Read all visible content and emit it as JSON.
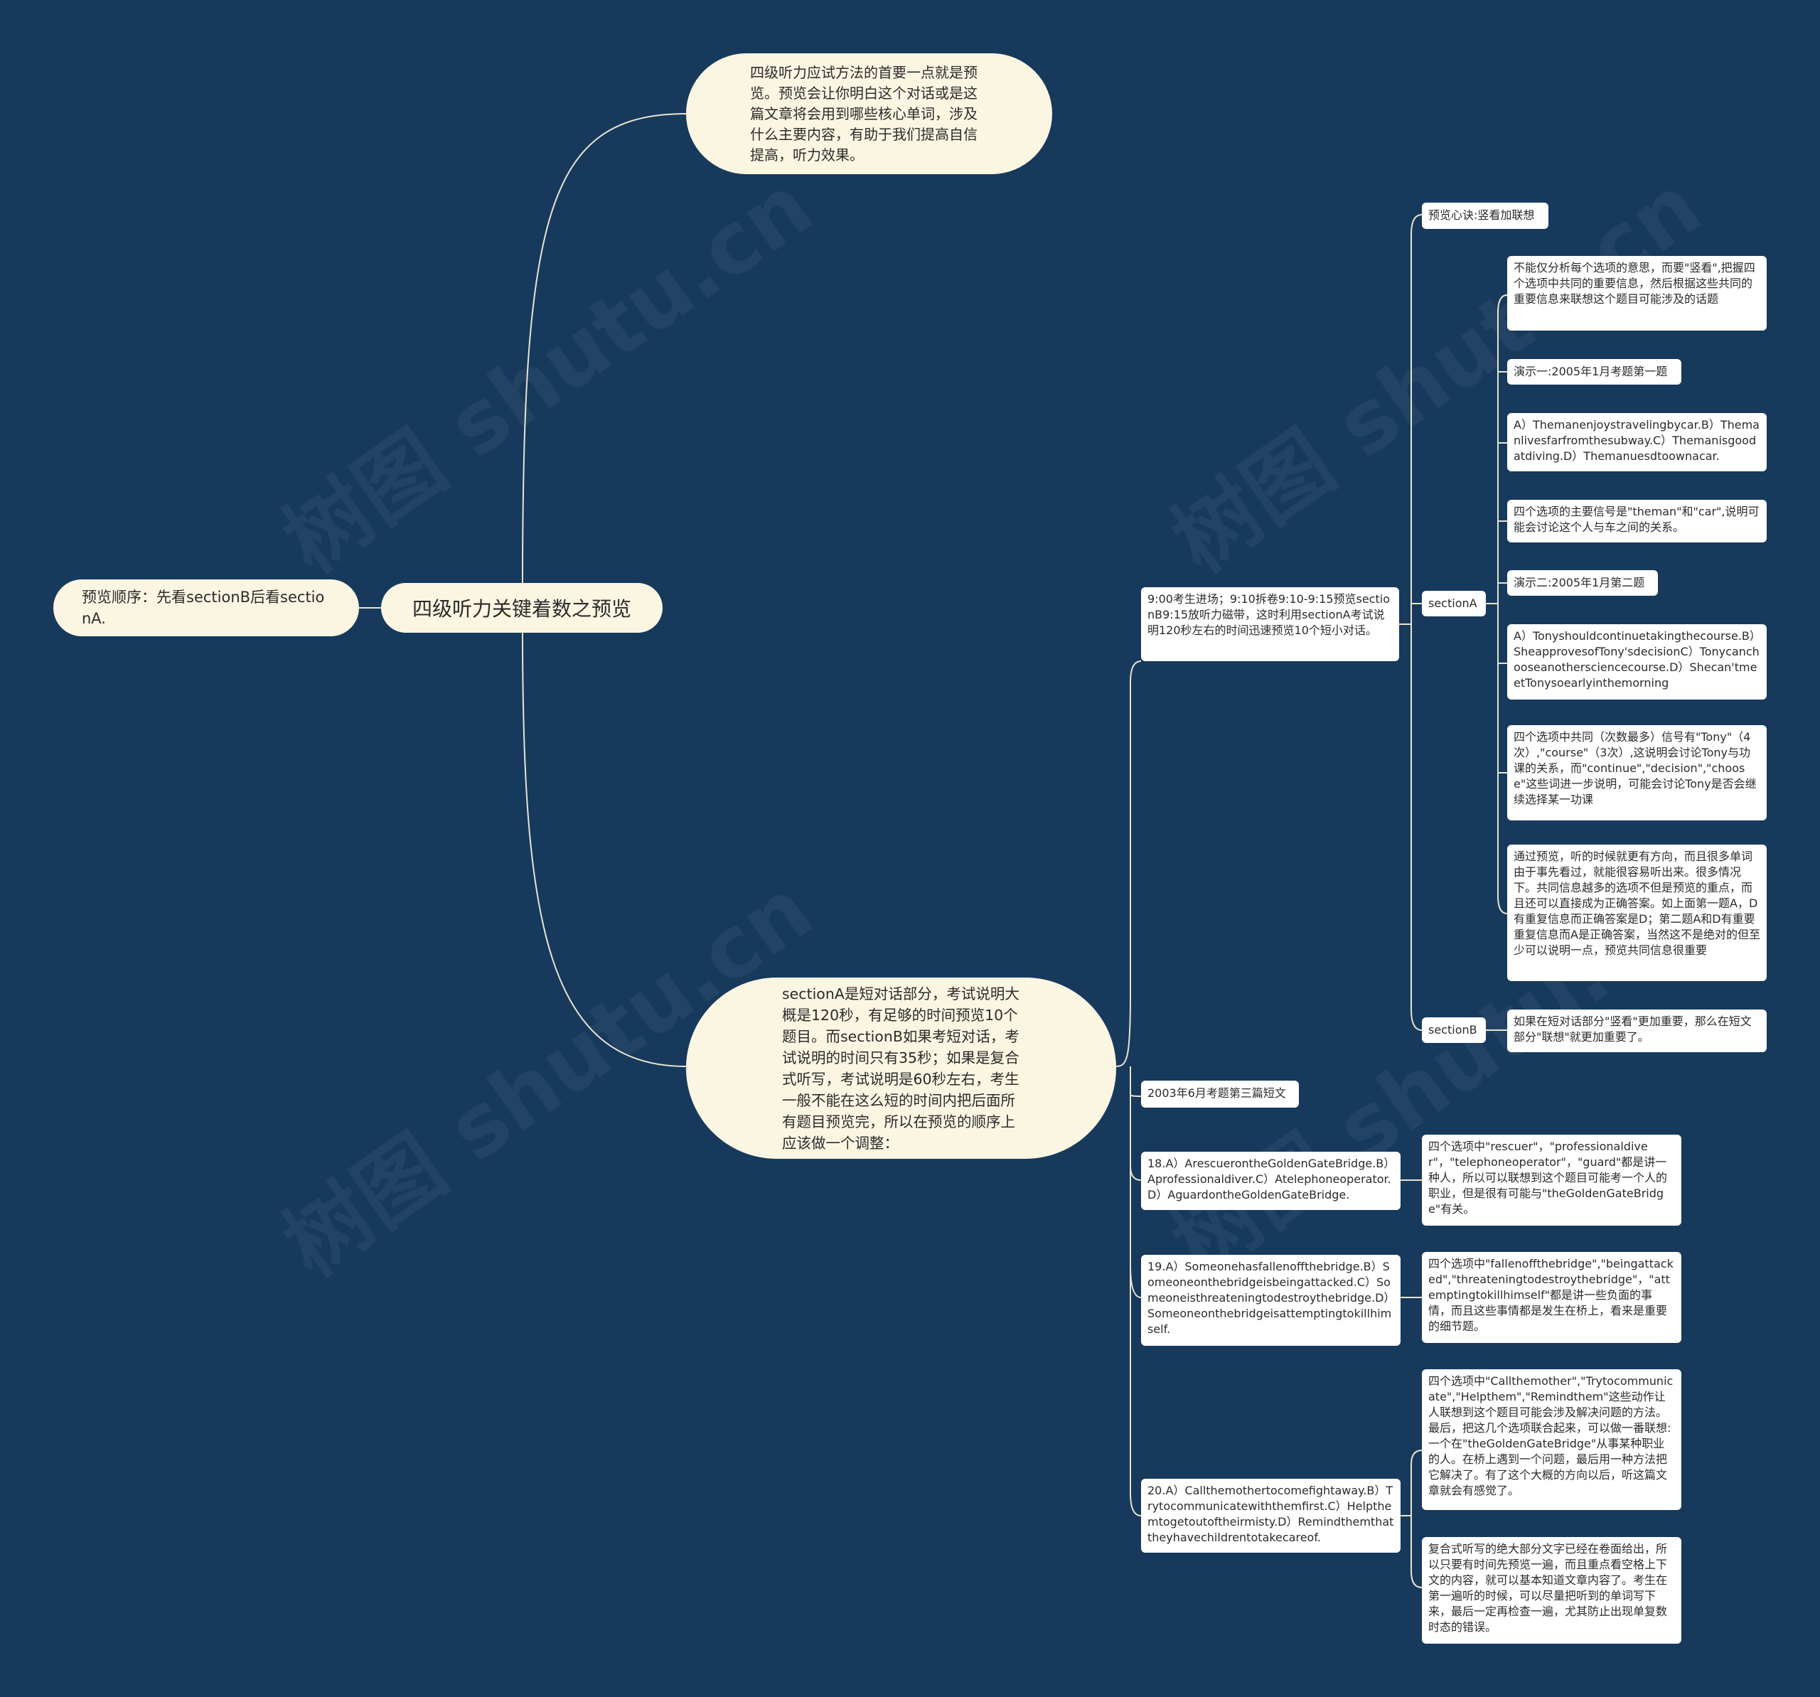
{
  "root": {
    "text": "四级听力关键着数之预览"
  },
  "left": {
    "order": "预览顺序：先看sectionB后看sectionA."
  },
  "intro": {
    "text": "四级听力应试方法的首要一点就是预览。预览会让你明白这个对话或是这篇文章将会用到哪些核心单词，涉及什么主要内容，有助于我们提高自信提高，听力效果。"
  },
  "sections_note": {
    "text": "sectionA是短对话部分，考试说明大概是120秒，有足够的时间预览10个题目。而sectionB如果考短对话，考试说明的时间只有35秒；如果是复合式听写，考试说明是60秒左右，考生一般不能在这么短的时间内把后面所有题目预览完，所以在预览的顺序上应该做一个调整："
  },
  "schedule": {
    "text": "9:00考生进场；9:10拆卷9:10-9:15预览sectionB9:15放听力磁带，这时利用sectionA考试说明120秒左右的时间迅速预览10个短小对话。"
  },
  "mnemonic": {
    "text": "预览心诀:竖看加联想"
  },
  "sectionA": {
    "label": "sectionA",
    "items": [
      "不能仅分析每个选项的意思，而要\"竖看\",把握四个选项中共同的重要信息，然后根据这些共同的重要信息来联想这个题目可能涉及的话题",
      "演示一:2005年1月考题第一题",
      "A）Themanenjoystravelingbycar.B）Themanlivesfarfromthesubway.C）Themanisgoodatdiving.D）Themanuesdtoownacar.",
      "四个选项的主要信号是\"theman\"和\"car\",说明可能会讨论这个人与车之间的关系。",
      "演示二:2005年1月第二题",
      "A）Tonyshouldcontinuetakingthecourse.B）SheapprovesofTony'sdecisionC）Tonycanchooseanothersciencecourse.D）Shecan'tmeetTonysoearlyinthemorning",
      "四个选项中共同（次数最多）信号有\"Tony\"（4次）,\"course\"（3次）,这说明会讨论Tony与功课的关系，而\"continue\",\"decision\",\"choose\"这些词进一步说明，可能会讨论Tony是否会继续选择某一功课",
      "通过预览，听的时候就更有方向，而且很多单词由于事先看过，就能很容易听出来。很多情况下。共同信息越多的选项不但是预览的重点，而且还可以直接成为正确答案。如上面第一题A，D有重复信息而正确答案是D；第二题A和D有重要重复信息而A是正确答案，当然这不是绝对的但至少可以说明一点，预览共同信息很重要"
    ]
  },
  "sectionB": {
    "label": "sectionB",
    "note": "如果在短对话部分\"竖看\"更加重要，那么在短文部分\"联想\"就更加重要了。"
  },
  "exam2003": {
    "text": "2003年6月考题第三篇短文"
  },
  "q18": {
    "q": "18.A）ArescuerontheGoldenGateBridge.B）Aprofessionaldiver.C）Atelephoneoperator.D）AguardontheGoldenGateBridge.",
    "note": "四个选项中\"rescuer\"，\"professionaldiver\"，\"telephoneoperator\"，\"guard\"都是讲一种人，所以可以联想到这个题目可能考一个人的职业，但是很有可能与\"theGoldenGateBridge\"有关。"
  },
  "q19": {
    "q": "19.A）Someonehasfallenoffthebridge.B）Someoneonthebridgeisbeingattacked.C）Someoneisthreateningtodestroythebridge.D）Someoneonthebridgeisattemptingtokillhimself.",
    "note": "四个选项中\"fallenoffthebridge\",\"beingattacked\",\"threateningtodestroythebridge\"，\"attemptingtokillhimself\"都是讲一些负面的事情，而且这些事情都是发生在桥上，看来是重要的细节题。"
  },
  "q20": {
    "q": "20.A）Callthemothertocomefightaway.B）Trytocommunicatewiththemfirst.C）Helpthemtogetoutoftheirmisty.D）Remindthemthattheyhavechildrentotakecareof.",
    "notes": [
      "四个选项中\"Callthemother\",\"Trytocommunicate\",\"Helpthem\",\"Remindthem\"这些动作让人联想到这个题目可能会涉及解决问题的方法。最后，把这几个选项联合起来，可以做一番联想:一个在\"theGoldenGateBridge\"从事某种职业的人。在桥上遇到一个问题，最后用一种方法把它解决了。有了这个大概的方向以后，听这篇文章就会有感觉了。",
      "复合式听写的绝大部分文字已经在卷面给出，所以只要有时间先预览一遍，而且重点看空格上下文的内容，就可以基本知道文章内容了。考生在第一遍听的时候，可以尽量把听到的单词写下来，最后一定再检查一遍，尤其防止出现单复数时态的错误。"
    ]
  },
  "colors": {
    "background": "#17395c",
    "line": "#e8e4d0",
    "pill": "#fbf6e2",
    "box": "#ffffff"
  }
}
